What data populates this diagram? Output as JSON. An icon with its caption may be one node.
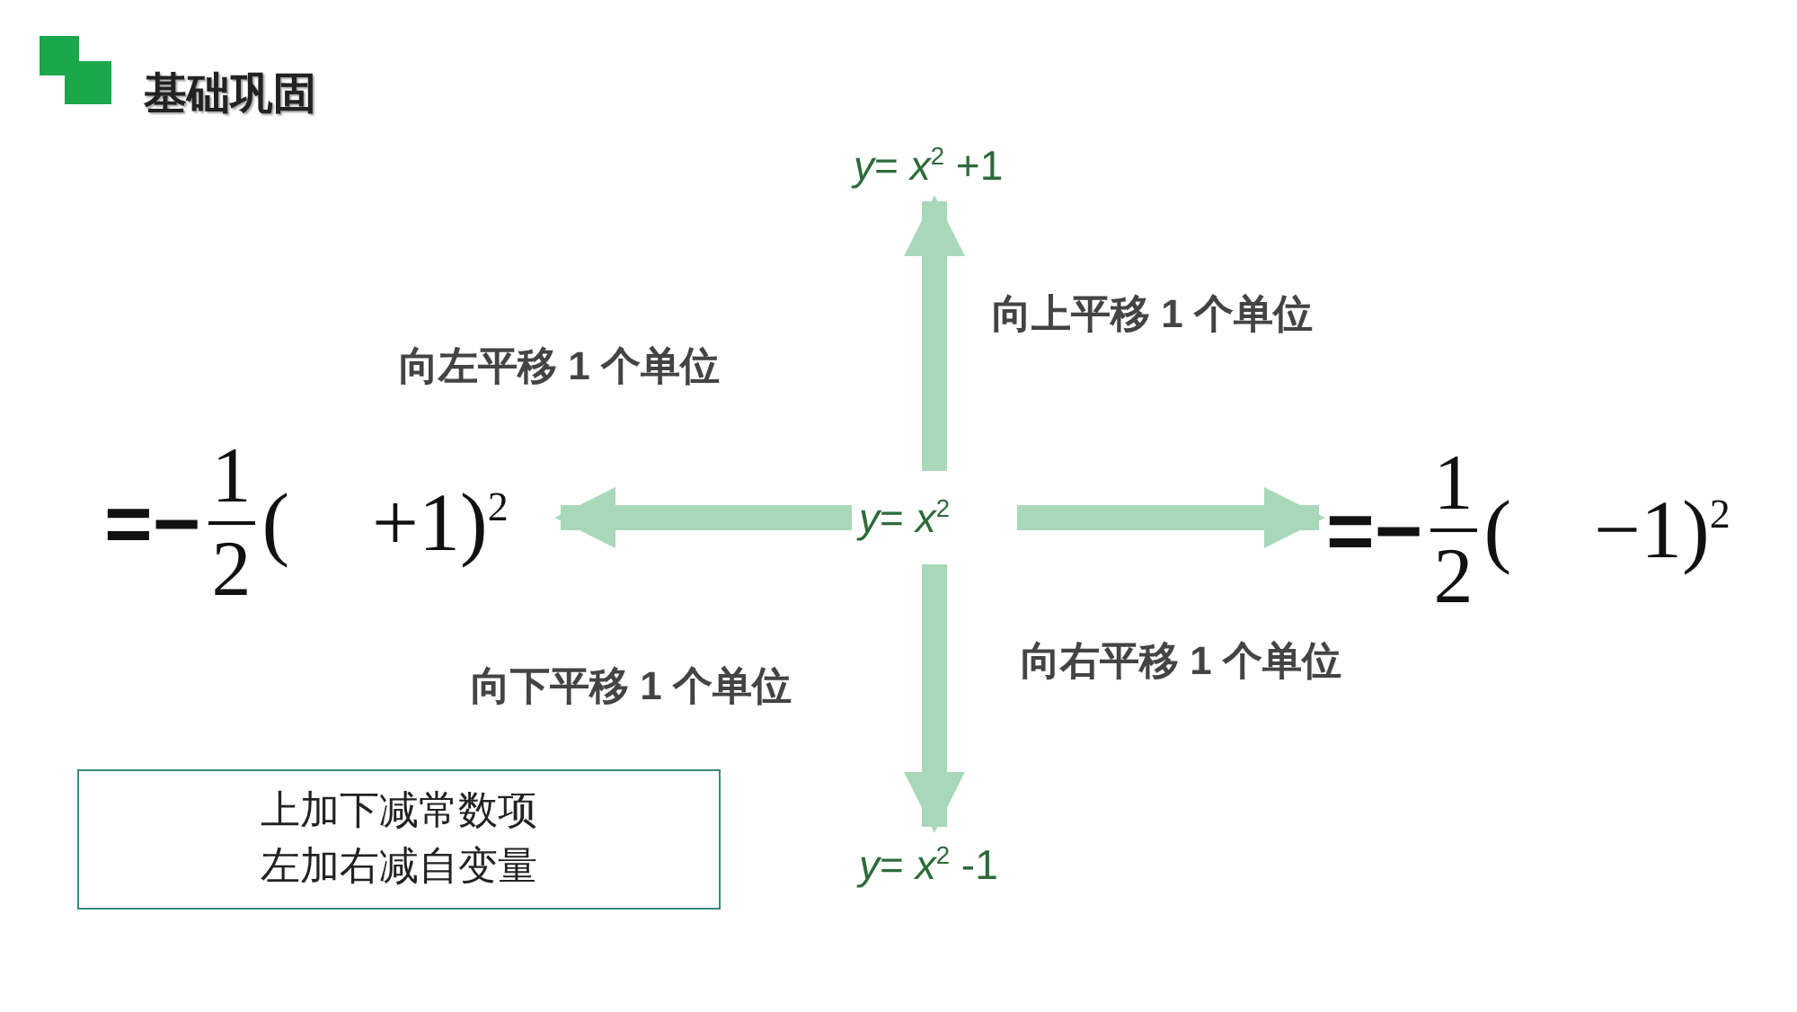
{
  "diagram": {
    "title": "基础巩固",
    "nodes": [
      {
        "text": [
          "*y*= *x*$^{2}$"
        ]
      },
      {
        "text": [
          "*y*= *x*$^{2}$ +1"
        ]
      },
      {
        "text": [
          "=−",
          "1",
          "2",
          "(    −1)$^{2}$"
        ]
      },
      {
        "text": [
          "*y*= *x*$^{2}$ -1"
        ]
      },
      {
        "text": [
          "=−",
          "1",
          "2",
          "(    +1)$^{2}$"
        ]
      },
      {
        "text": [
          "上加下减常数项",
          "左加右减自变量"
        ]
      }
    ],
    "edges": [
      {
        "from": 0,
        "to": 1,
        "arrow": "to",
        "label": "向上平移 1 个单位"
      },
      {
        "from": 0,
        "to": 2,
        "arrow": "to",
        "label": "向右平移 1 个单位"
      },
      {
        "from": 0,
        "to": 3,
        "arrow": "to",
        "label": "向下平移 1 个单位"
      },
      {
        "from": 0,
        "to": 4,
        "arrow": "to",
        "label": "向左平移 1 个单位"
      }
    ]
  }
}
